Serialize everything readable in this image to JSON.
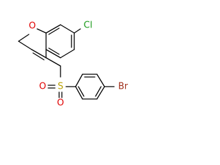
{
  "molecule": {
    "atoms": {
      "chlorine": {
        "label": "Cl",
        "color": "#1a9a1a"
      },
      "ring_oxygen": {
        "label": "O",
        "color": "#e00000"
      },
      "sulfur": {
        "label": "S",
        "color": "#b8a000"
      },
      "sulfonyl_oxygen_left": {
        "label": "O",
        "color": "#e00000"
      },
      "sulfonyl_oxygen_bottom": {
        "label": "O",
        "color": "#e00000"
      },
      "bromine": {
        "label": "Br",
        "color": "#a0301c"
      }
    },
    "bond_color": "#000000",
    "background_color": "#ffffff"
  }
}
